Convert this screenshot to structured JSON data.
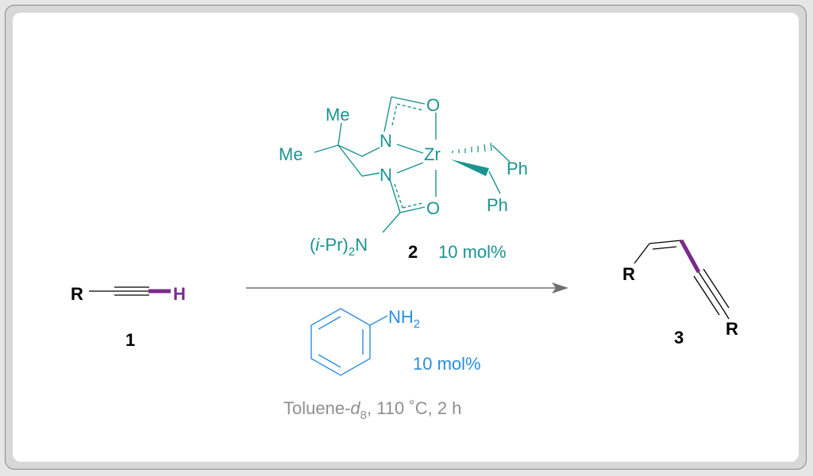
{
  "colors": {
    "catalyst": "#1a9490",
    "cocatalyst": "#2a8ddf",
    "conditions": "#8f8f8f",
    "highlight_bond": "#7a2a8a",
    "arrow": "#707070"
  },
  "reactant": {
    "r_label": "R",
    "h_label": "H",
    "number": "1"
  },
  "catalyst": {
    "metal": "Zr",
    "me1": "Me",
    "me2": "Me",
    "n_top": "N",
    "n_bottom": "N",
    "o_top": "O",
    "o_bottom": "O",
    "ph1": "Ph",
    "ph2": "Ph",
    "amine_open": "(",
    "amine_i": "i",
    "amine_mid": "-Pr)",
    "amine_sub": "2",
    "amine_n": "N",
    "number": "2",
    "loading": "10 mol%"
  },
  "cocatalyst": {
    "nh": "NH",
    "nh_sub": "2",
    "loading": "10 mol%"
  },
  "conditions": {
    "solvent_base": "Toluene-",
    "solvent_italic": "d",
    "solvent_sub": "8",
    "rest": ", 110 ˚C, 2 h"
  },
  "product": {
    "r1_label": "R",
    "r2_label": "R",
    "number": "3"
  }
}
